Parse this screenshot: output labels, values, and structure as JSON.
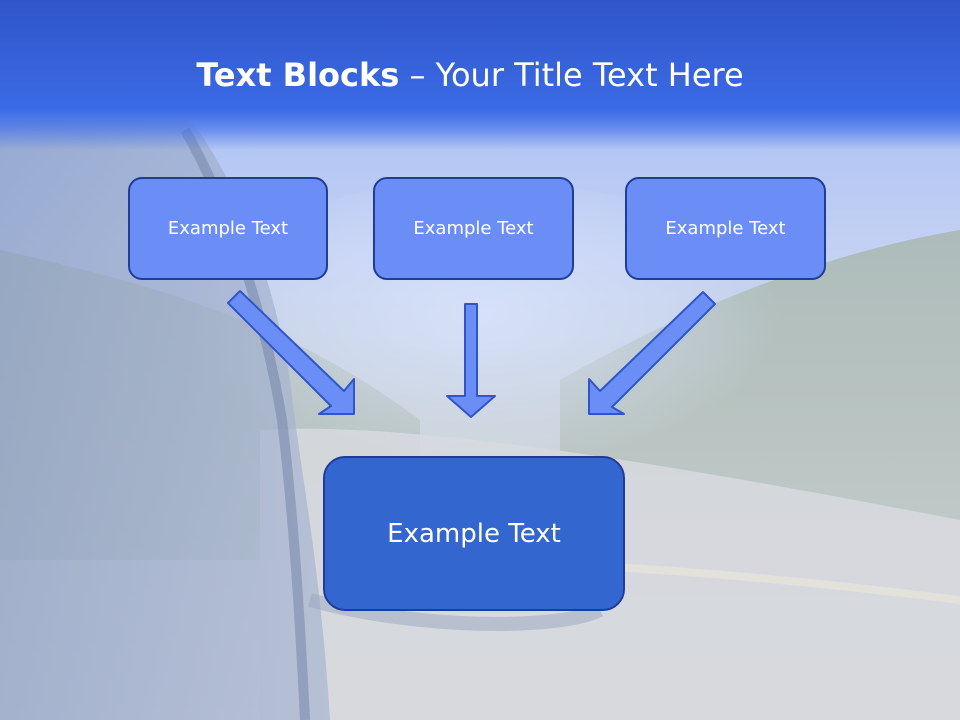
{
  "slide": {
    "title_bold": "Text Blocks",
    "title_rest": " – Your Title Text Here"
  },
  "blocks": [
    {
      "label": "Example Text"
    },
    {
      "label": "Example Text"
    },
    {
      "label": "Example Text"
    }
  ],
  "target": {
    "label": "Example Text"
  },
  "colors": {
    "title_band": "#3b6be6",
    "small_box_fill": "#6a8ef5",
    "main_box_fill": "#3366cf",
    "box_border": "#1f3c99",
    "arrow_fill": "#6a8ef5",
    "text": "#ffffff"
  }
}
